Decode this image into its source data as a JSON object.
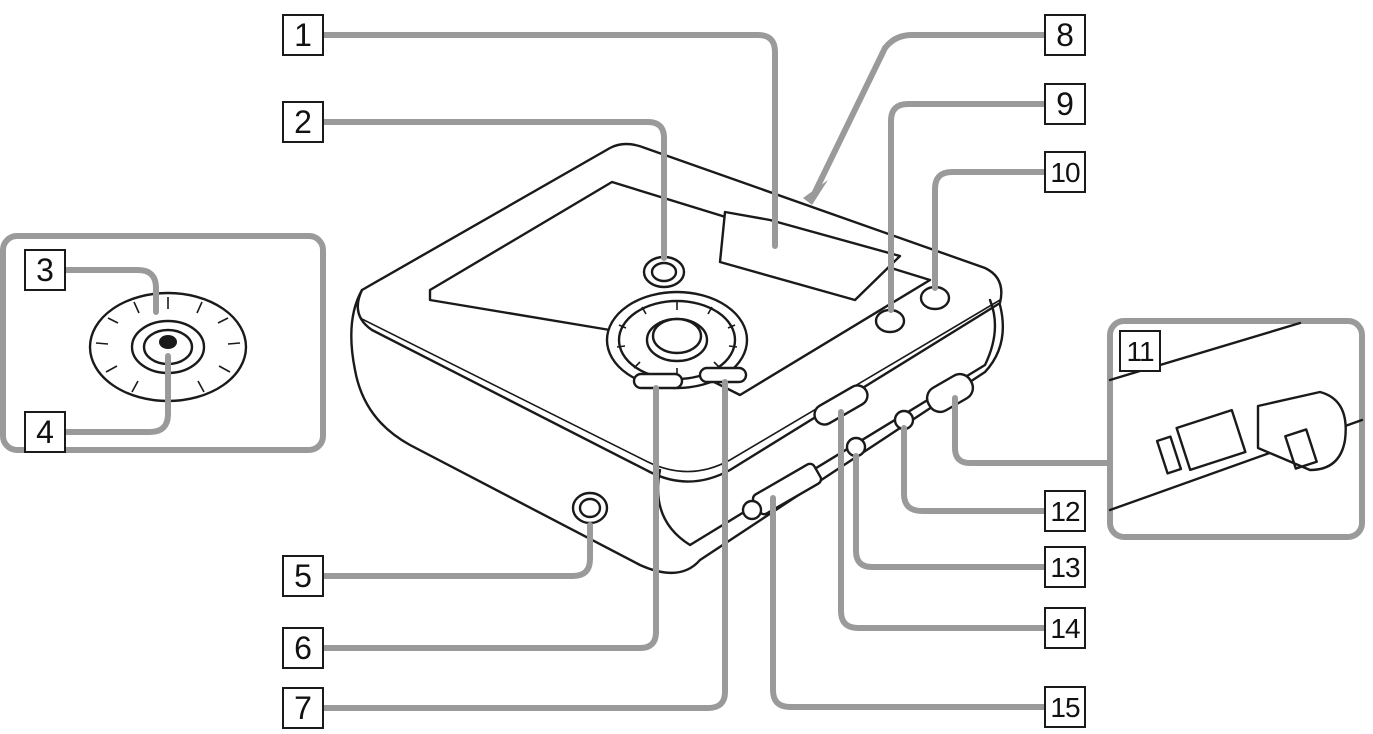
{
  "callouts": [
    {
      "label": "1"
    },
    {
      "label": "2"
    },
    {
      "label": "3"
    },
    {
      "label": "4"
    },
    {
      "label": "5"
    },
    {
      "label": "6"
    },
    {
      "label": "7"
    },
    {
      "label": "8"
    },
    {
      "label": "9"
    },
    {
      "label": "10"
    },
    {
      "label": "11"
    },
    {
      "label": "12"
    },
    {
      "label": "13"
    },
    {
      "label": "14"
    },
    {
      "label": "15"
    }
  ],
  "colors": {
    "leader": "#9a9a9a",
    "ink": "#1a1a1a",
    "background": "#ffffff"
  }
}
